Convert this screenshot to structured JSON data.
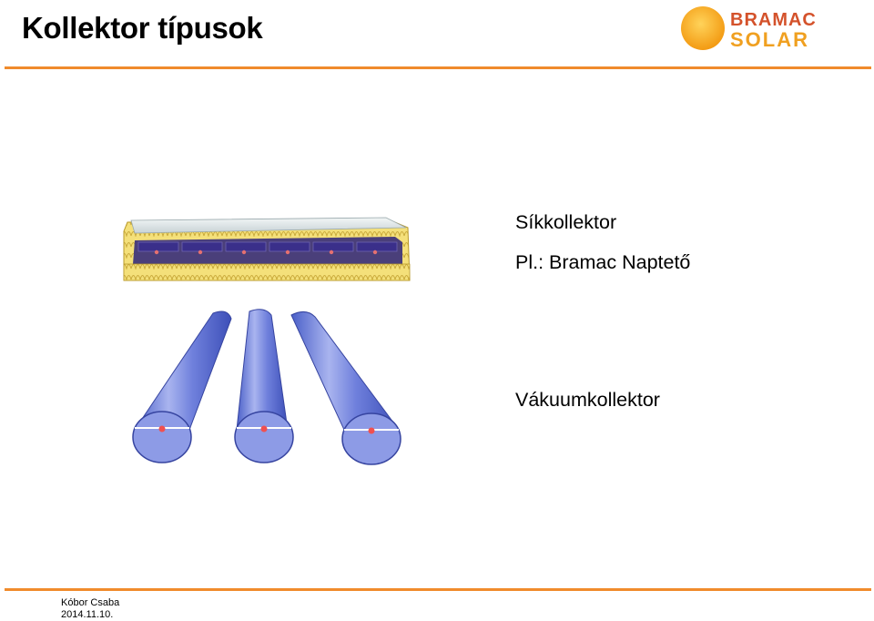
{
  "slide": {
    "title": "Kollektor típusok",
    "captions": {
      "flat": "Síkkollektor",
      "example": "Pl.: Bramac Naptető",
      "vacuum": "Vákuumkollektor"
    }
  },
  "logo": {
    "line1": "BRAMAC",
    "line2": "SOLAR",
    "color_top": "#d4522b",
    "color_bottom": "#f0a020",
    "sun_color": "#f7a51c"
  },
  "footer": {
    "author": "Kóbor Csaba",
    "date": "2014.11.10."
  },
  "colors": {
    "accent_rule": "#f08b2c",
    "tube_blue": "#7f8fe0",
    "insulation": "#f2dc6a"
  },
  "icons": {
    "flat_collector": "flat-plate-collector-illustration",
    "vacuum_tubes": "vacuum-tube-collector-illustration"
  }
}
